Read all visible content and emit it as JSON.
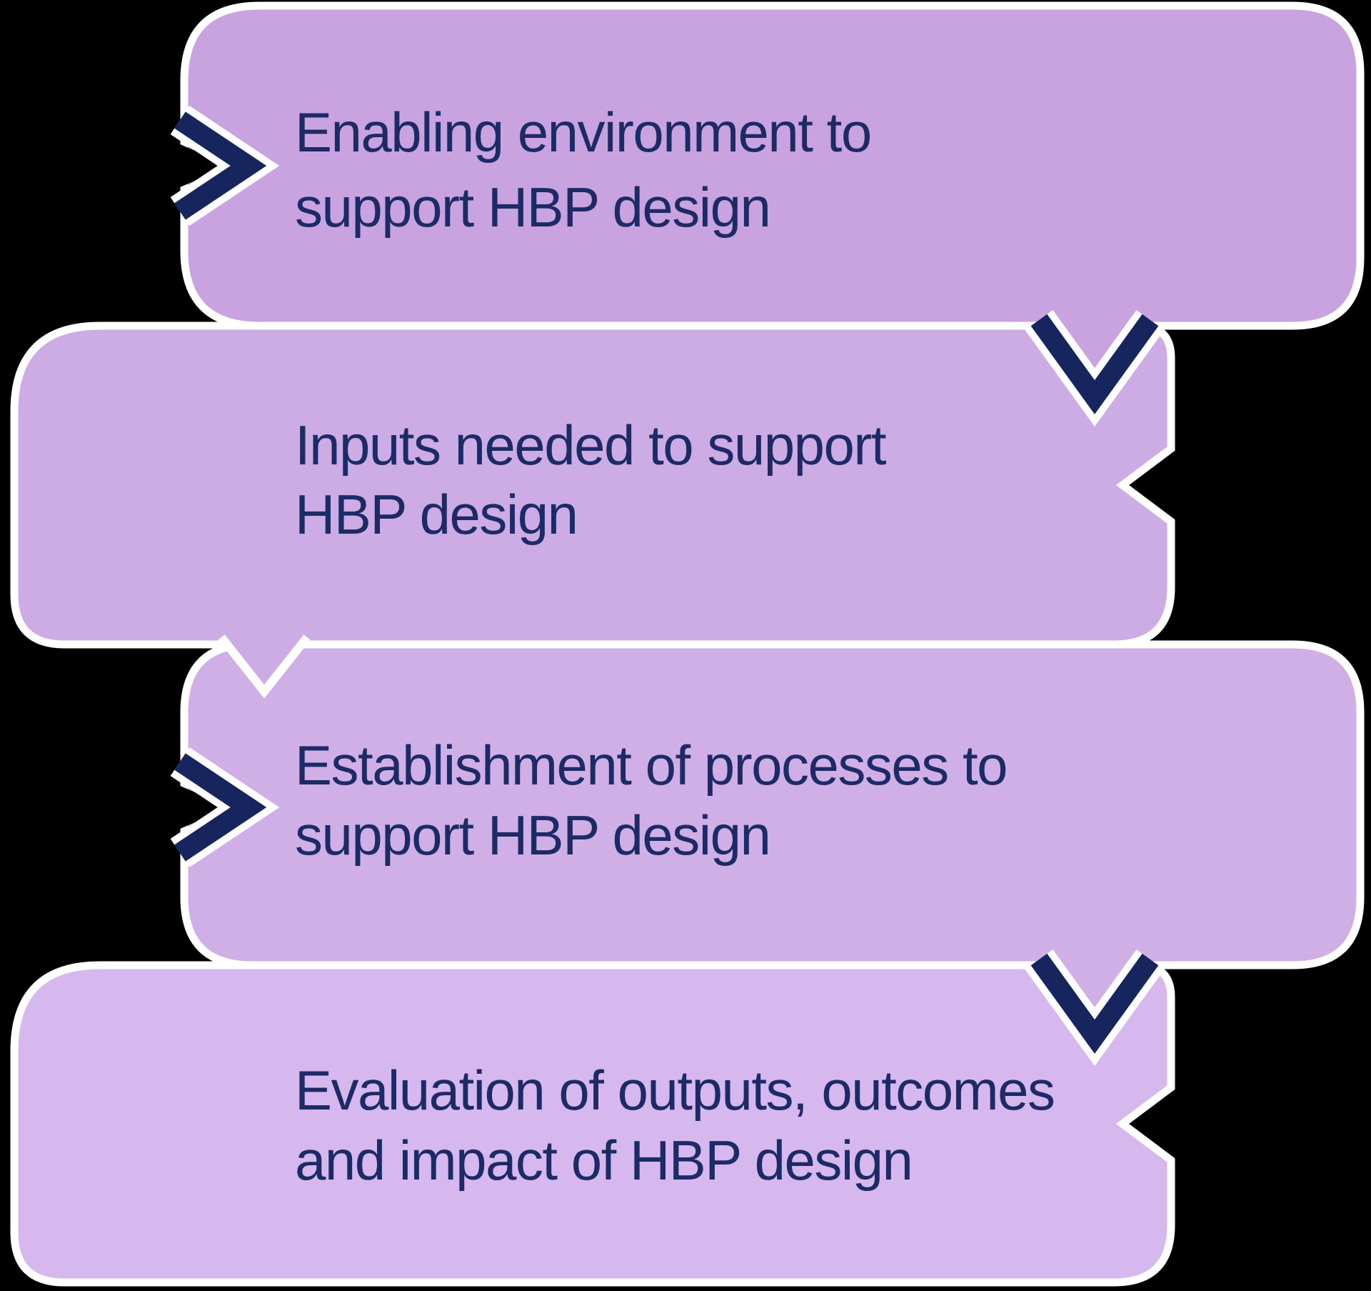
{
  "diagram": {
    "background": "#000000",
    "border_color": "#ffffff",
    "chevron_color": "#16255e",
    "text_color": "#1c2b66",
    "steps": [
      {
        "fill": "#c9a3e0",
        "lines": [
          "Enabling environment to",
          "support HBP design"
        ]
      },
      {
        "fill": "#cdabe5",
        "lines": [
          "Inputs needed to support",
          "HBP design"
        ]
      },
      {
        "fill": "#d0afe7",
        "lines": [
          "Establishment of processes to",
          "support HBP design"
        ]
      },
      {
        "fill": "#d6b8ee",
        "lines": [
          "Evaluation of outputs, outcomes",
          "and impact of HBP design"
        ]
      }
    ]
  }
}
